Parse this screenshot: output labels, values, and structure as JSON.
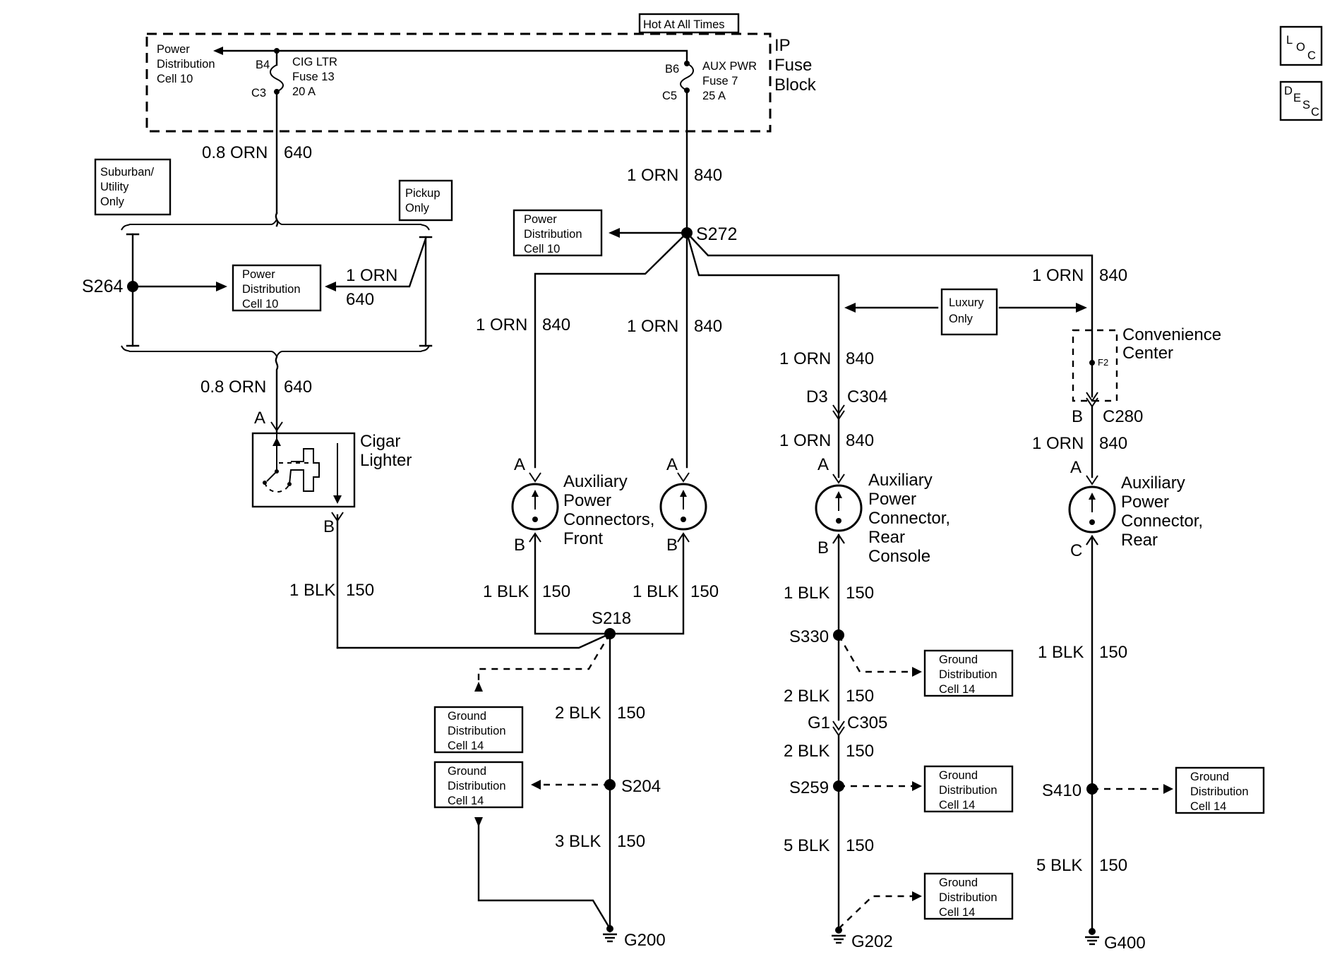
{
  "header": {
    "hot_label": "Hot At All Times"
  },
  "nav_buttons": {
    "loc": [
      "L",
      "O",
      "C"
    ],
    "desc": [
      "D",
      "E",
      "S",
      "C"
    ]
  },
  "fuse_block": {
    "title_lines": [
      "IP",
      "Fuse",
      "Block"
    ],
    "cig_fuse": {
      "name": "CIG LTR",
      "fuse": "Fuse 13",
      "amps": "20 A",
      "in_pin": "B4",
      "out_pin": "C3"
    },
    "aux_fuse": {
      "name": "AUX PWR",
      "fuse": "Fuse 7",
      "amps": "25 A",
      "in_pin": "B6",
      "out_pin": "C5"
    },
    "power_ref": [
      "Power",
      "Distribution",
      "Cell 10"
    ]
  },
  "power_ref_lines": [
    "Power",
    "Distribution",
    "Cell 10"
  ],
  "ground_ref_lines": [
    "Ground",
    "Distribution",
    "Cell 14"
  ],
  "option_boxes": {
    "suburban": [
      "Suburban/",
      "Utility",
      "Only"
    ],
    "pickup": [
      "Pickup",
      "Only"
    ],
    "luxury": [
      "Luxury",
      "Only"
    ]
  },
  "wire_labels": {
    "w_08_orn": "0.8 ORN",
    "w_1_orn": "1 ORN",
    "w_1_blk": "1 BLK",
    "w_2_blk": "2 BLK",
    "w_3_blk": "3 BLK",
    "w_5_blk": "5 BLK",
    "c640": "640",
    "c840": "840",
    "c150": "150"
  },
  "splices": {
    "s264": "S264",
    "s272": "S272",
    "s218": "S218",
    "s204": "S204",
    "s330": "S330",
    "s259": "S259",
    "s410": "S410"
  },
  "connectors": {
    "d3": "D3",
    "c304": "C304",
    "b": "B",
    "c280": "C280",
    "g1": "G1",
    "c305": "C305",
    "f2": "F2"
  },
  "pins": {
    "a": "A",
    "b": "B",
    "c": "C"
  },
  "grounds": {
    "g200": "G200",
    "g202": "G202",
    "g400": "G400"
  },
  "components": {
    "cigar": [
      "Cigar",
      "Lighter"
    ],
    "aux_front": [
      "Auxiliary",
      "Power",
      "Connectors,",
      "Front"
    ],
    "aux_rear_console": [
      "Auxiliary",
      "Power",
      "Connector,",
      "Rear",
      "Console"
    ],
    "aux_rear": [
      "Auxiliary",
      "Power",
      "Connector,",
      "Rear"
    ],
    "convenience": [
      "Convenience",
      "Center"
    ]
  }
}
